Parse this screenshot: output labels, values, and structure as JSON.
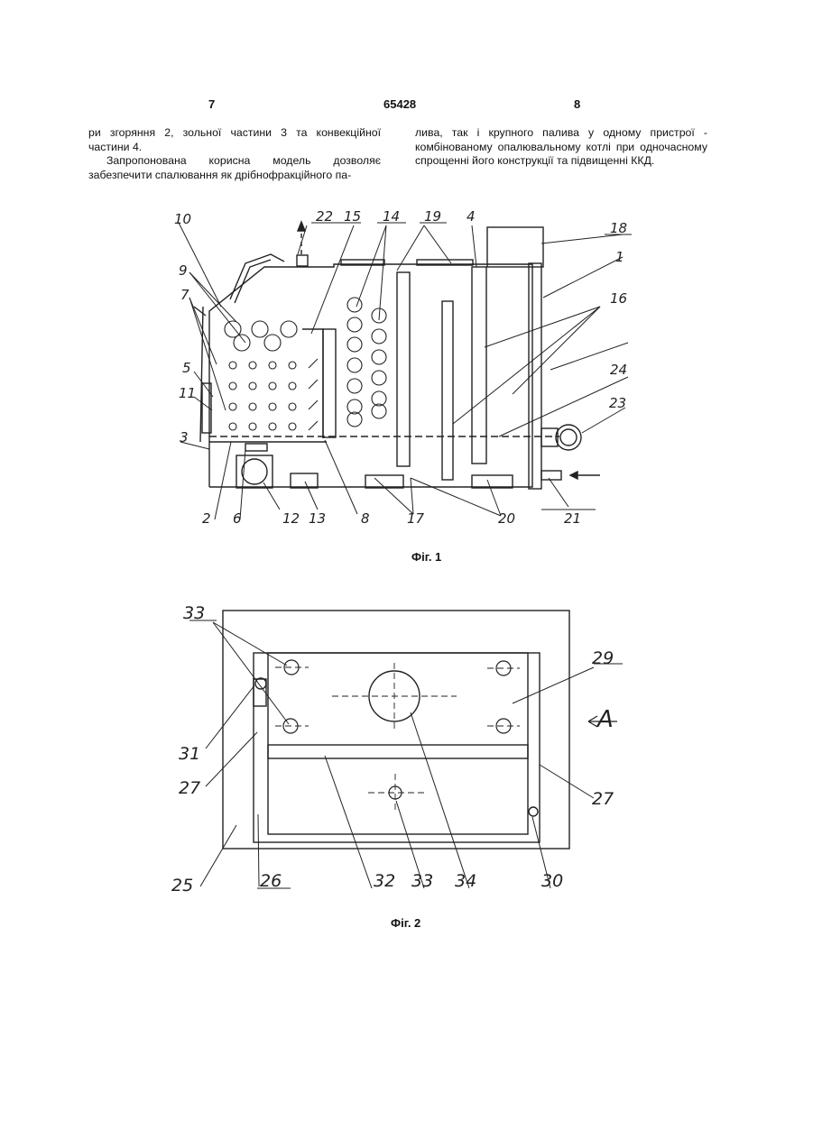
{
  "header": {
    "page_left": "7",
    "patent_number": "65428",
    "page_right": "8"
  },
  "text": {
    "left_p1": "ри згоряння 2, зольної частини 3 та конвекційної частини 4.",
    "left_p2": "Запропонована корисна модель дозволяє забезпечити спалювання як дрібнофракційного па-",
    "right_p1": "лива, так і крупного палива у одному пристрої - комбінованому опалювальному котлі при одночасному спрощенні його конструкції та підвищенні ККД."
  },
  "fig1": {
    "caption": "Фіг. 1",
    "labels": [
      "10",
      "22",
      "15",
      "14",
      "19",
      "4",
      "18",
      "9",
      "1",
      "7",
      "16",
      "5",
      "24",
      "11",
      "23",
      "3",
      "2",
      "6",
      "12",
      "13",
      "8",
      "17",
      "20",
      "21"
    ]
  },
  "fig2": {
    "caption": "Фіг. 2",
    "labels": [
      "33",
      "29",
      "A",
      "31",
      "27",
      "27",
      "25",
      "26",
      "32",
      "33",
      "34",
      "30"
    ]
  }
}
